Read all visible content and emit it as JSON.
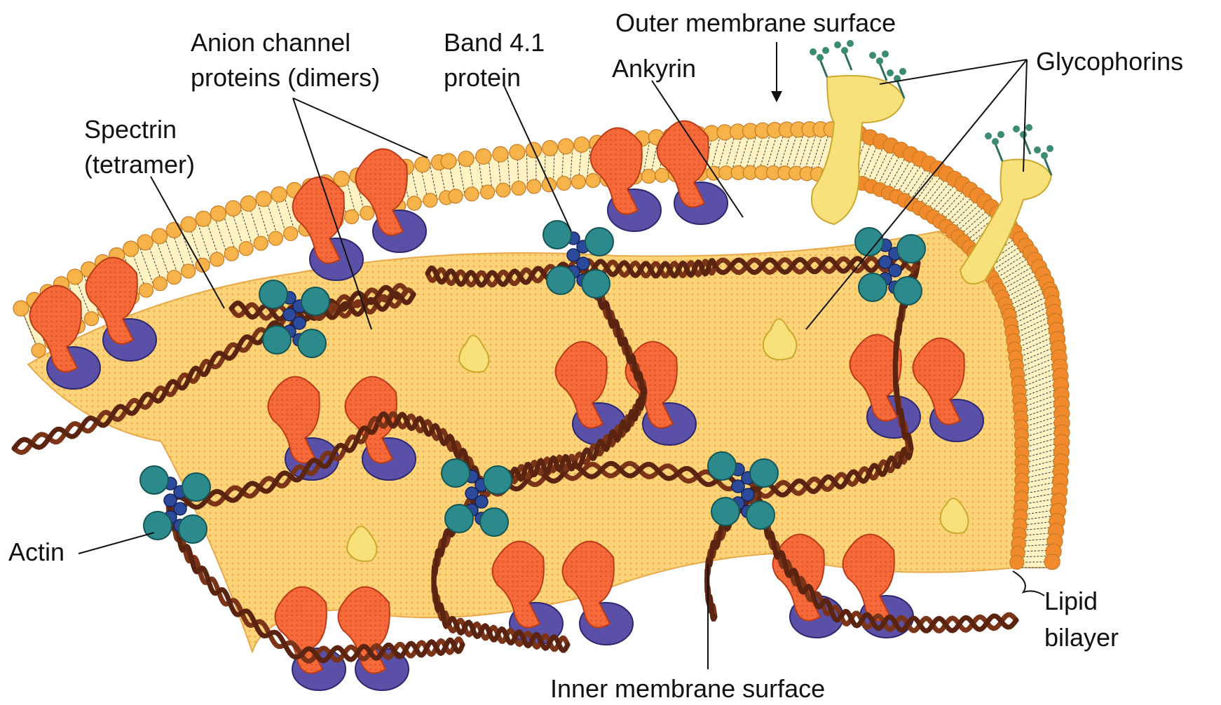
{
  "labels": {
    "anion_channel_1": "Anion channel",
    "anion_channel_2": "proteins (dimers)",
    "band41_1": "Band 4.1",
    "band41_2": "protein",
    "outer_membrane": "Outer membrane surface",
    "ankyrin": "Ankyrin",
    "glycophorins": "Glycophorins",
    "spectrin_1": "Spectrin",
    "spectrin_2": "(tetramer)",
    "actin": "Actin",
    "lipid_1": "Lipid",
    "lipid_2": "bilayer",
    "inner_membrane": "Inner membrane surface"
  },
  "colors": {
    "lipid_head": "#f5b34a",
    "lipid_head_dark": "#f08a2c",
    "inner_surface": "#fcd47a",
    "anion_protein": "#f56a38",
    "ankyrin": "#5b50a8",
    "glycophorin": "#f8e07a",
    "spectrin": "#7b3418",
    "actin": "#2d8a8c",
    "band41": "#2b4a9c"
  },
  "icons": {
    "spectrin": "twisted-strand-icon",
    "actin": "sphere-cluster-icon",
    "anion_channel": "protein-blob-icon",
    "ankyrin": "oval-protein-icon",
    "glycophorin": "glycoprotein-icon"
  }
}
